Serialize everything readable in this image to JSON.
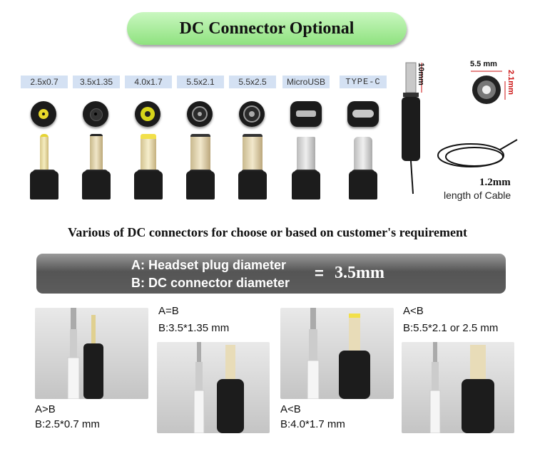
{
  "title": "DC Connector Optional",
  "connectors": [
    {
      "label": "2.5x0.7"
    },
    {
      "label": "3.5x1.35"
    },
    {
      "label": "4.0x1.7"
    },
    {
      "label": "5.5x2.1"
    },
    {
      "label": "5.5x2.5"
    },
    {
      "label": "MicroUSB"
    },
    {
      "label": "TYPE-C"
    }
  ],
  "dimensions": {
    "length": "10mm",
    "outer": "5.5 mm",
    "inner": "2.1mm",
    "cable_length": "1.2mm",
    "cable_caption": "length of Cable"
  },
  "subtitle": "Various of DC connectors for choose or  based on customer's requirement",
  "plug_bar": {
    "line_a": "A: Headset plug diameter",
    "line_b": "B: DC connector diameter",
    "equals": "=",
    "value": "3.5mm"
  },
  "comparisons": [
    {
      "relation": "A>B",
      "spec": "B:2.5*0.7 mm"
    },
    {
      "relation": "A=B",
      "spec": "B:3.5*1.35 mm"
    },
    {
      "relation": "A<B",
      "spec": "B:4.0*1.7 mm"
    },
    {
      "relation": "A<B",
      "spec": "B:5.5*2.1 or 2.5 mm"
    }
  ],
  "colors": {
    "title_green": "#8fe27f",
    "label_blue": "#d4e1f3",
    "bar_gray": "#5c5c5c",
    "tip_yellow": "#f2e04a",
    "dim_red": "#cc1111"
  }
}
